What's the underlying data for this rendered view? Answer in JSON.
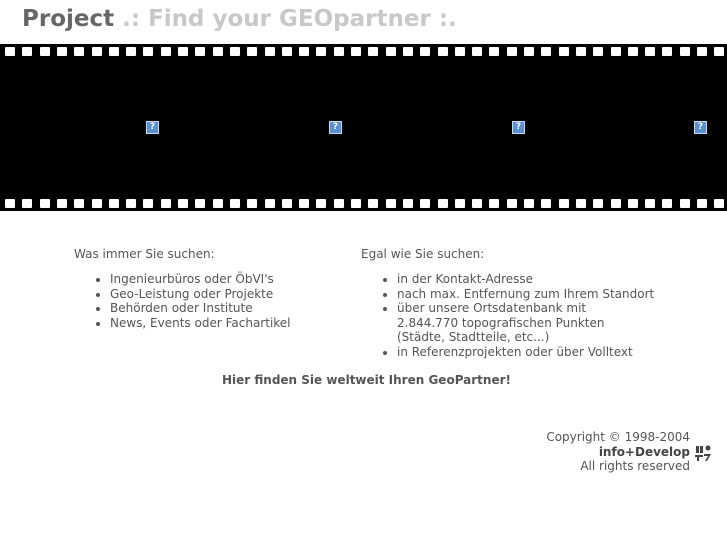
{
  "header": {
    "title_strong": "Project",
    "title_light": " .: Find your GEOpartner :."
  },
  "filmstrip": {
    "frames": [
      {
        "icon": "broken-image-icon",
        "glyph": "?"
      },
      {
        "icon": "broken-image-icon",
        "glyph": "?"
      },
      {
        "icon": "broken-image-icon",
        "glyph": "?"
      },
      {
        "icon": "broken-image-icon",
        "glyph": "?"
      }
    ]
  },
  "left_column": {
    "title": "Was immer Sie suchen:",
    "items": [
      "Ingenieurbüros oder ÖbVI's",
      "Geo-Leistung oder Projekte",
      "Behörden oder Institute",
      "News, Events oder Fachartikel"
    ]
  },
  "right_column": {
    "title": "Egal wie Sie suchen:",
    "items": [
      "in der Kontakt-Adresse",
      "nach max. Entfernung zum Ihrem Standort",
      "über unsere Ortsdatenbank mit 2.844.770 topografischen Punkten (Städte, Stadtteile, etc...)",
      "in Referenzprojekten oder über Volltext"
    ]
  },
  "tagline": "Hier finden Sie weltweit Ihren GeoPartner!",
  "footer": {
    "copyright": "Copyright © 1998-2004",
    "brand": "info+Develop",
    "rights": "All rights reserved",
    "logo_icon": "info-develop-logo-icon"
  }
}
